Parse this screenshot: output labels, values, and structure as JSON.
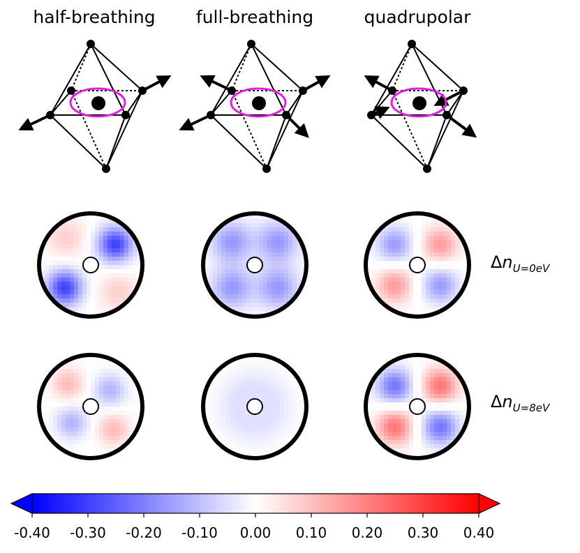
{
  "columns": [
    {
      "title": "half-breathing",
      "pattern": "diag",
      "sign0": 1,
      "amp0": 0.3,
      "amp8": 0.12
    },
    {
      "title": "full-breathing",
      "pattern": "iso4",
      "sign0": 1,
      "amp0": 0.18,
      "amp8": 0.05
    },
    {
      "title": "quadrupolar",
      "pattern": "quad",
      "sign0": 1,
      "amp0": 0.13,
      "amp8": 0.18
    }
  ],
  "rows": [
    {
      "label_delta": "Δ",
      "label_n": "n",
      "label_sub": "U=0eV"
    },
    {
      "label_delta": "Δ",
      "label_n": "n",
      "label_sub": "U=8eV"
    }
  ],
  "colorbar": {
    "min": -0.4,
    "max": 0.4,
    "ticks": [
      "-0.40",
      "-0.30",
      "-0.20",
      "-0.10",
      "0.00",
      "0.10",
      "0.20",
      "0.30",
      "0.40"
    ],
    "colormap": "bwr",
    "low_color": "#0000ff",
    "mid_color": "#ffffff",
    "high_color": "#ff0000"
  },
  "ring_color": "#e020e0"
}
